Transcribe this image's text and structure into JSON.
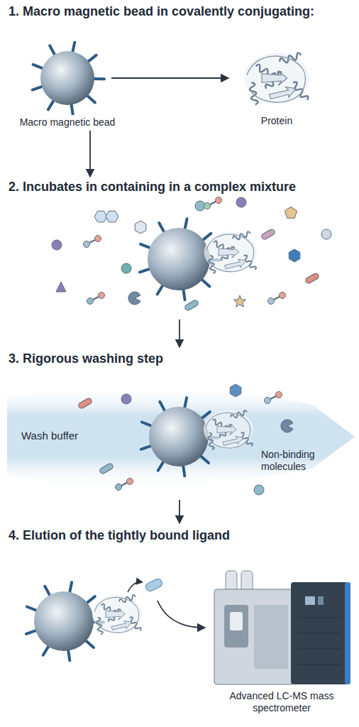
{
  "diagram": {
    "nodes": [
      {
        "text": [
          "Macro magnetic bead"
        ]
      },
      {
        "text": [
          "Protein"
        ]
      },
      {
        "text": [
          "Advanced LC-MS mass spectrometer"
        ]
      }
    ],
    "edges": [
      {
        "from": 0,
        "to": 1,
        "arrow": "to"
      }
    ],
    "labels": [
      "1. Macro magnetic bead in covalently conjugating:",
      "2. Incubates in containing in a complex mixture",
      "3. Rigorous washing step",
      "4. Elution of the tightly bound ligand",
      "Wash buffer",
      "Non-binding molecules"
    ]
  }
}
